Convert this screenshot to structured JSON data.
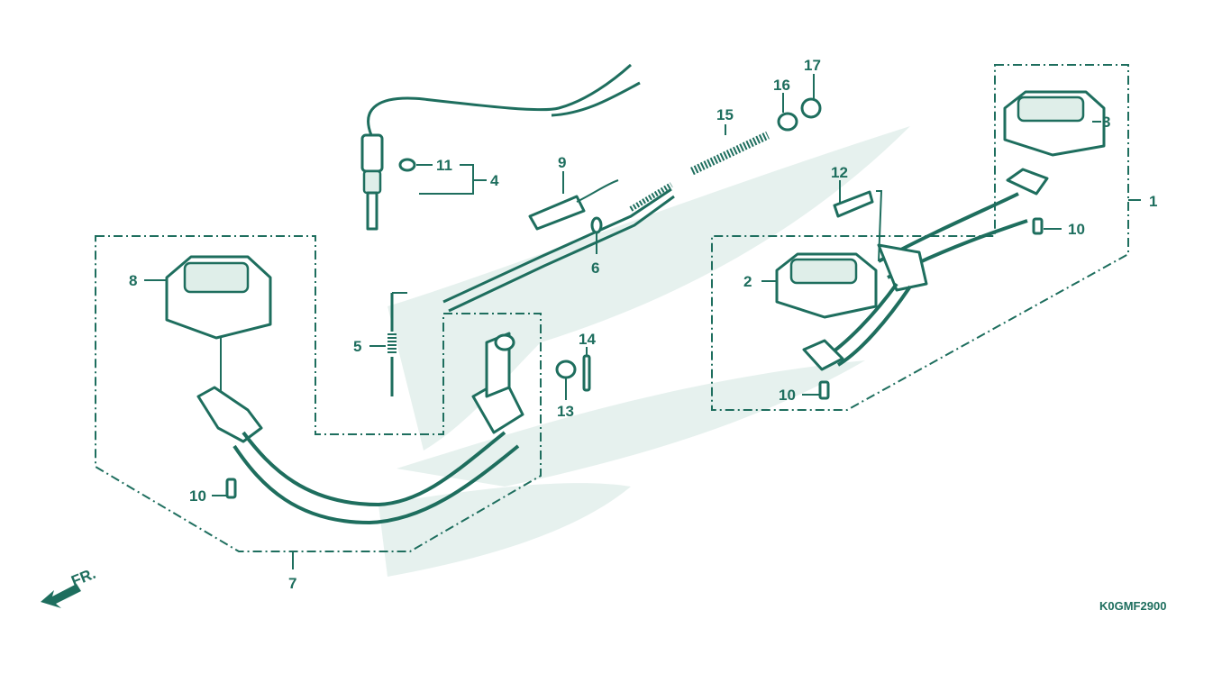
{
  "diagram": {
    "part_code": "K0GMF2900",
    "front_indicator": "FR.",
    "callouts": {
      "c1": "1",
      "c2": "2",
      "c3": "3",
      "c4": "4",
      "c5": "5",
      "c6": "6",
      "c7": "7",
      "c8": "8",
      "c9": "9",
      "c10a": "10",
      "c10b": "10",
      "c10c": "10",
      "c11": "11",
      "c12": "12",
      "c13": "13",
      "c14": "14",
      "c15": "15",
      "c16": "16",
      "c17": "17"
    },
    "colors": {
      "line": "#1e6e5e",
      "watermark": "#e6f1ee"
    }
  }
}
